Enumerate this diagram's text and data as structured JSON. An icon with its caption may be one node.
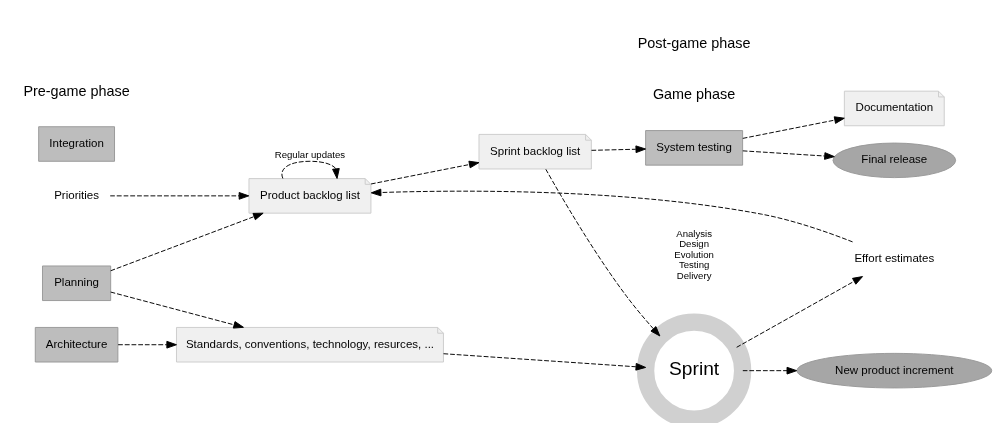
{
  "diagram": {
    "nodes": [
      {
        "text": [
          "Planning"
        ]
      },
      {
        "text": [
          "Architecture"
        ]
      },
      {
        "text": [
          "Product backlog list"
        ]
      },
      {
        "text": [
          "Priorities"
        ]
      },
      {
        "text": [
          "Effort estimates"
        ]
      },
      {
        "text": [
          "Standards, conventions, technology, resurces, ..."
        ]
      },
      {
        "text": [
          "Sprint backlog list"
        ]
      },
      {
        "text": [
          "Sprint"
        ],
        "beside": [
          "Analysis",
          "Design",
          "Evolution",
          "Testing",
          "Delivery"
        ]
      },
      {
        "text": [
          "New product increment"
        ]
      },
      {
        "text": [
          "System testing"
        ]
      },
      {
        "text": [
          "Integration"
        ]
      },
      {
        "text": [
          "Final release"
        ]
      },
      {
        "text": [
          "Documentation"
        ]
      }
    ],
    "edges": [
      {
        "from": 0,
        "to": 2,
        "arrow": "to",
        "style": "dashed"
      },
      {
        "from": 0,
        "to": 5,
        "arrow": "to",
        "style": "dashed"
      },
      {
        "from": 1,
        "to": 5,
        "arrow": "to",
        "style": "dashed"
      },
      {
        "from": 2,
        "to": 2,
        "label": "Regular updates",
        "arrow": "to",
        "style": "dashed"
      },
      {
        "from": 3,
        "to": 2,
        "arrow": "to",
        "style": "dashed"
      },
      {
        "from": 4,
        "to": 2,
        "arrow": "to",
        "style": "dashed"
      },
      {
        "from": 7,
        "to": 4,
        "arrow": "to",
        "style": "dashed"
      },
      {
        "from": 5,
        "to": 7,
        "arrow": "to",
        "style": "dashed"
      },
      {
        "from": 2,
        "to": 6,
        "arrow": "to",
        "style": "dashed"
      },
      {
        "from": 6,
        "to": 7,
        "arrow": "to",
        "style": "dashed"
      },
      {
        "from": 6,
        "to": 9,
        "arrow": "to",
        "style": "dashed"
      },
      {
        "from": 7,
        "to": 8,
        "arrow": "to",
        "style": "dashed"
      },
      {
        "from": 9,
        "to": 11,
        "arrow": "to",
        "style": "dashed"
      },
      {
        "from": 9,
        "to": 12,
        "arrow": "to",
        "style": "dashed"
      }
    ],
    "labels": [
      "Pre-game phase",
      "Game phase",
      "Post-game phase"
    ]
  }
}
